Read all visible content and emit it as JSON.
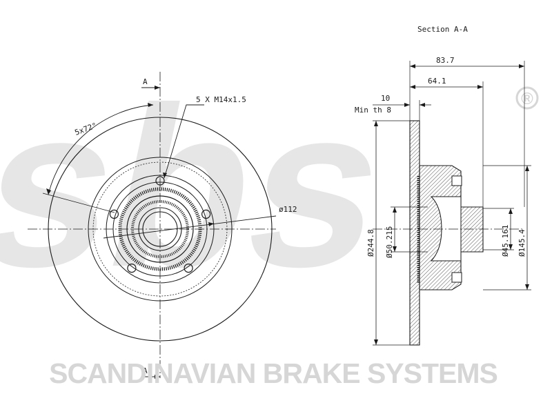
{
  "watermark": {
    "logo_text": "sbs",
    "registered_mark": "®"
  },
  "brand_bar": {
    "text": "SCANDINAVIAN BRAKE SYSTEMS"
  },
  "front_view": {
    "section_marker_top": "A",
    "section_marker_bottom": "A",
    "bolt_spec": "5 X M14x1.5",
    "angle_spec": "5x72°",
    "bolt_circle": "ø112"
  },
  "section_view": {
    "title": "Section A-A",
    "overall_width": "83.7",
    "hub_width": "64.1",
    "disc_thickness": "10",
    "min_thickness": "Min th 8",
    "disc_diameter": "Ø244.8",
    "center_bore": "Ø50.215",
    "bearing_bore": "Ø45.161",
    "hub_diameter": "Ø145.4"
  },
  "colors": {
    "line": "#1a1a1a",
    "watermark": "#e6e6e6",
    "brand": "#d6d6d6",
    "section_hatch": "#555555"
  }
}
